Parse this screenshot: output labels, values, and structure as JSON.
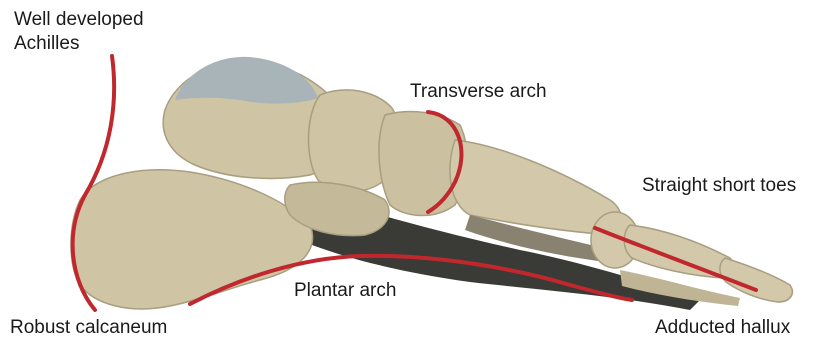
{
  "labels": {
    "achilles_line1": "Well developed",
    "achilles_line2": "Achilles",
    "transverse_arch": "Transverse arch",
    "straight_short_toes": "Straight short toes",
    "plantar_arch": "Plantar arch",
    "robust_calcaneum": "Robust calcaneum",
    "adducted_hallux": "Adducted hallux"
  },
  "colors": {
    "annotation_line": "#c0282d",
    "bone": "#cfc5a5",
    "bone_shadow": "#a89e80",
    "cartilage": "#a9b4b8",
    "dark_shadow": "#3a3a36",
    "text": "#1a1a1a"
  }
}
